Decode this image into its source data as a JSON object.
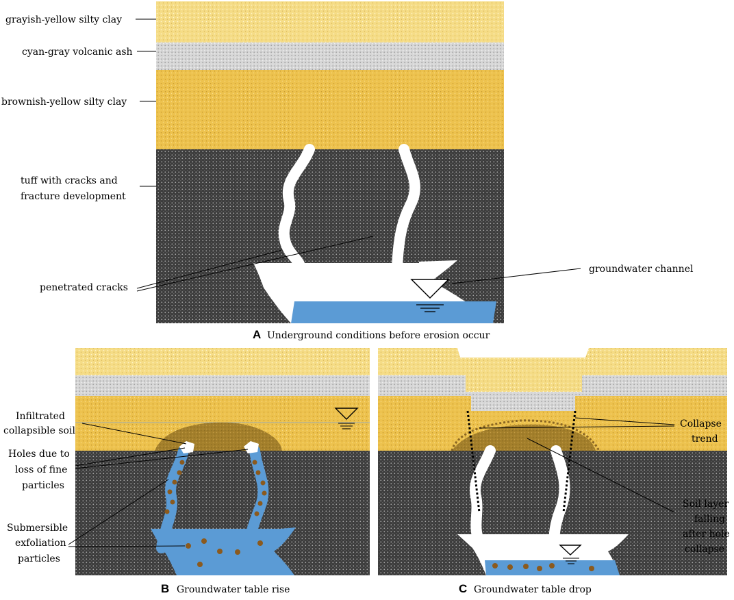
{
  "panel_a": {
    "letter": "A",
    "caption": "Underground conditions before erosion occur",
    "labels": {
      "grayish_yellow": "grayish-yellow silty clay",
      "cyan_gray": "cyan-gray volcanic ash",
      "brownish_yellow": "brownish-yellow silty clay",
      "tuff_1": "tuff with cracks and",
      "tuff_2": "fracture development",
      "penetrated_cracks": "penetrated cracks",
      "groundwater_channel": "groundwater channel"
    }
  },
  "panel_b": {
    "letter": "B",
    "caption": "Groundwater table rise",
    "labels": {
      "infiltrated_1": "Infiltrated",
      "infiltrated_2": "collapsible soil",
      "holes_1": "Holes due to",
      "holes_2": "loss of fine",
      "holes_3": "particles",
      "submersible_1": "Submersible",
      "submersible_2": "exfoliation",
      "submersible_3": "particles"
    }
  },
  "panel_c": {
    "letter": "C",
    "caption": "Groundwater table drop",
    "labels": {
      "collapse_1": "Collapse",
      "collapse_2": "trend",
      "soil_1": "Soil layer",
      "soil_2": "falling",
      "soil_3": "after hole",
      "soil_4": "collapse"
    }
  },
  "colors": {
    "grayish_yellow": "#f5dc86",
    "cyan_gray": "#d6d6d6",
    "brownish_yellow": "#edc24e",
    "tuff": "#3c3c3c",
    "water": "#5b9bd5",
    "collapsible_soil": "#a37f2b",
    "particle": "#8b5a1e"
  }
}
